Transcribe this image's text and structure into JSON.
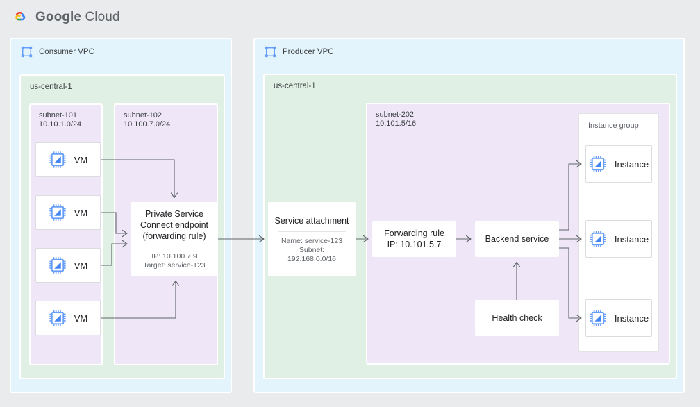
{
  "brand": {
    "name_bold": "Google",
    "name_light": "Cloud",
    "logo_icon": "google-cloud-logo",
    "colors": {
      "red": "#EA4335",
      "yellow": "#FBBC05",
      "blue": "#4285F4",
      "green": "#34A853"
    }
  },
  "palette": {
    "page_bg": "#e9ebed",
    "vpc_bg": "#e3f4fd",
    "region_bg": "#e1f0e5",
    "subnet_bg": "#efe7f8",
    "card_bg": "#ffffff",
    "line": "#5f6368",
    "icon_blue": "#669df6",
    "text": "#3c4043"
  },
  "consumer": {
    "vpc_label": "Consumer VPC",
    "vpc_icon": "vpc-network-icon",
    "region_label": "us-central-1",
    "subnets": [
      {
        "name": "subnet-101",
        "cidr": "10.10.1.0/24"
      },
      {
        "name": "subnet-102",
        "cidr": "10.100.7.0/24"
      }
    ],
    "vms": [
      {
        "label": "VM",
        "icon": "vm-chip-icon"
      },
      {
        "label": "VM",
        "icon": "vm-chip-icon"
      },
      {
        "label": "VM",
        "icon": "vm-chip-icon"
      },
      {
        "label": "VM",
        "icon": "vm-chip-icon"
      }
    ],
    "psc_endpoint": {
      "title": "Private Service\nConnect endpoint\n(forwarding rule)",
      "details": "IP: 10.100.7.9\nTarget: service-123"
    }
  },
  "producer": {
    "vpc_label": "Producer VPC",
    "vpc_icon": "vpc-network-icon",
    "region_label": "us-central-1",
    "subnet": {
      "name": "subnet-202",
      "cidr": "10.101.5/16"
    },
    "service_attachment": {
      "title": "Service attachment",
      "details": "Name: service-123\nSubnet:\n192.168.0.0/16"
    },
    "forwarding_rule": {
      "title": "Forwarding rule\nIP: 10.101.5.7"
    },
    "backend_service": {
      "title": "Backend service"
    },
    "health_check": {
      "title": "Health check"
    },
    "instance_group": {
      "label": "Instance group",
      "instances": [
        {
          "label": "Instance",
          "icon": "vm-chip-icon"
        },
        {
          "label": "Instance",
          "icon": "vm-chip-icon"
        },
        {
          "label": "Instance",
          "icon": "vm-chip-icon"
        }
      ]
    }
  }
}
